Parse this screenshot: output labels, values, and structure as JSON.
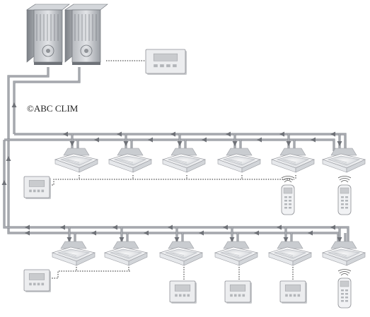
{
  "copyright": "©ABC CLIM",
  "colors": {
    "pipe": "#a9acb1",
    "pipe_edge": "#8d9096",
    "arrow": "#6f7278",
    "wire": "#222222",
    "unit_body": "#f4f5f7",
    "unit_edge": "#9a9ca2",
    "vent": "#b9bcc2",
    "outdoor_body": "#9fa3a9",
    "outdoor_light": "#d4d7db",
    "outdoor_dark": "#6e7278",
    "controller_body": "#ecedef",
    "controller_screen": "#c9cbce"
  },
  "components": {
    "outdoor_units": 2,
    "indoor_units_row1": 6,
    "indoor_units_row2": 6,
    "wired_controllers": 6,
    "wireless_remotes": 3
  }
}
